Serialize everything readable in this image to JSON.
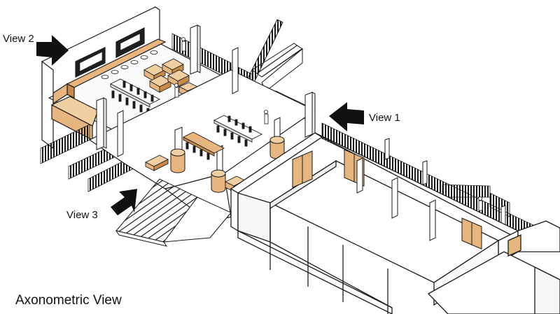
{
  "labels": {
    "view1": "View 1",
    "view2": "View 2",
    "view3": "View 3",
    "caption": "Axonometric View"
  },
  "colors": {
    "wood": "#e7b67e",
    "wood_dark": "#c98a48",
    "line": "#1a1a1a",
    "floor": "#ffffff",
    "arrow": "#111111"
  }
}
